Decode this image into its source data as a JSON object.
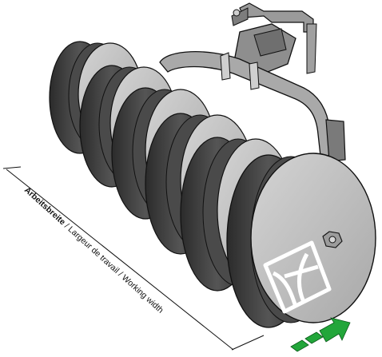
{
  "dimension": {
    "label_primary": "Arbeitsbreite",
    "label_separator_1": " / ",
    "label_secondary": "Largeur de travail",
    "label_separator_2": " / ",
    "label_tertiary": "Working width"
  },
  "colors": {
    "disc_face": "#bdbdbd",
    "disc_rim": "#3a3a3a",
    "disc_shadow": "#6e6e6e",
    "frame": "#8c8c8c",
    "arrow": "#22a63a",
    "outline": "#111111"
  },
  "icons": [
    "direction-arrow-icon",
    "logo-mark"
  ]
}
